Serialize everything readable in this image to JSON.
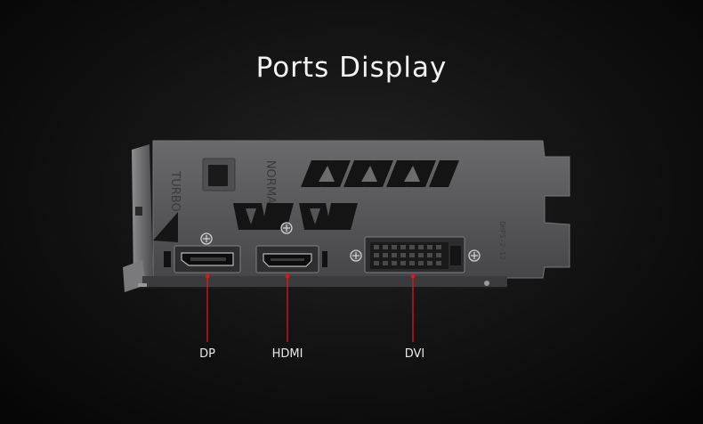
{
  "title": "Ports Display",
  "bracket": {
    "mode_left": "TURBO",
    "mode_right": "NORMAL",
    "model_code": "DHPS-2-12"
  },
  "ports": [
    {
      "id": "dp",
      "label": "DP"
    },
    {
      "id": "hdmi",
      "label": "HDMI"
    },
    {
      "id": "dvi",
      "label": "DVI"
    }
  ],
  "colors": {
    "pointer": "#e0141e",
    "bracket": "#5a5a5c"
  }
}
